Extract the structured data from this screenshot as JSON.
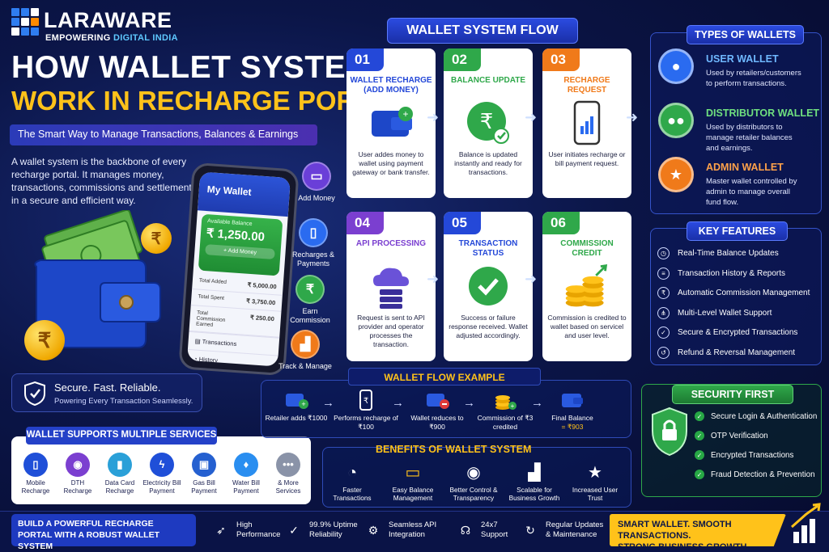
{
  "brand": {
    "name": "LARAWARE",
    "tagline_prefix": "EMPOWERING",
    "tagline_highlight": "DIGITAL INDIA",
    "colors": [
      "#2f7df0",
      "#2f7df0",
      "#ffffff",
      "#2f7df0",
      "#ffffff",
      "#ff8a00",
      "#ffffff",
      "#2f7df0",
      "#2f7df0"
    ]
  },
  "hero": {
    "title_line1": "HOW WALLET SYSTEMS",
    "title_line2": "WORK IN RECHARGE PORTALS",
    "subtitle": "The Smart Way to Manage Transactions, Balances & Earnings",
    "intro": "A wallet system is the backbone of every recharge portal. It manages money, transactions, commissions and settlements in a secure and efficient way."
  },
  "phone": {
    "title": "My Wallet",
    "balance_label": "Available Balance",
    "balance_value": "₹ 1,250.00",
    "add_button": "+ Add Money",
    "rows": [
      {
        "label": "Total Added",
        "value": "₹ 5,000.00"
      },
      {
        "label": "Total Spent",
        "value": "₹ 3,750.00"
      },
      {
        "label": "Total Commission Earned",
        "value": "₹ 250.00"
      }
    ],
    "links": [
      "Transactions",
      "History"
    ]
  },
  "side_actions": [
    {
      "icon": "card-icon",
      "label": "Add Money",
      "color": "#6a3fd8"
    },
    {
      "icon": "phone-icon",
      "label": "Recharges & Payments",
      "color": "#2a6bf0"
    },
    {
      "icon": "rupee-icon",
      "label": "Earn Commission",
      "color": "#2fa84a"
    },
    {
      "icon": "chart-icon",
      "label": "Track & Manage",
      "color": "#f07a1a"
    }
  ],
  "secure": {
    "title": "Secure. Fast. Reliable.",
    "subtitle": "Powering Every Transaction Seamlessly."
  },
  "services": {
    "title": "WALLET SUPPORTS MULTIPLE SERVICES",
    "items": [
      {
        "icon": "mobile-icon",
        "label": "Mobile Recharge",
        "color": "#1f4fd8"
      },
      {
        "icon": "dth-icon",
        "label": "DTH Recharge",
        "color": "#7b3fd0"
      },
      {
        "icon": "data-card-icon",
        "label": "Data Card Recharge",
        "color": "#2aa0d8"
      },
      {
        "icon": "electricity-icon",
        "label": "Electricity Bill Payment",
        "color": "#1f4fd8"
      },
      {
        "icon": "gas-icon",
        "label": "Gas Bill Payment",
        "color": "#2560d0"
      },
      {
        "icon": "water-icon",
        "label": "Water Bill Payment",
        "color": "#2a8ef0"
      },
      {
        "icon": "more-icon",
        "label": "& More Services",
        "color": "#8a93a8"
      }
    ]
  },
  "flow": {
    "title": "WALLET SYSTEM FLOW",
    "steps": [
      {
        "num": "01",
        "heading": "WALLET RECHARGE (ADD MONEY)",
        "desc": "User addes money to wallet using payment gateway or bank transfer.",
        "color": "#2448d8",
        "icon": "wallet-icon"
      },
      {
        "num": "02",
        "heading": "BALANCE UPDATE",
        "desc": "Balance is updated instantly and ready for transactions.",
        "color": "#2fa84a",
        "icon": "rupee-check-icon"
      },
      {
        "num": "03",
        "heading": "RECHARGE REQUEST",
        "desc": "User initiates recharge or bill payment request.",
        "color": "#f07a1a",
        "icon": "phone-chart-icon"
      },
      {
        "num": "04",
        "heading": "API PROCESSING",
        "desc": "Request is sent to API provider and operator processes the transaction.",
        "color": "#7b3fd0",
        "icon": "cloud-server-icon"
      },
      {
        "num": "05",
        "heading": "TRANSACTION STATUS",
        "desc": "Success or failure response received. Wallet adjusted accordingly.",
        "color": "#2448d8",
        "icon": "check-circle-icon"
      },
      {
        "num": "06",
        "heading": "COMMISSION CREDIT",
        "desc": "Commission is credited to wallet based on servicel and user level.",
        "color": "#2fa84a",
        "icon": "coins-icon"
      }
    ]
  },
  "example": {
    "title": "WALLET FLOW EXAMPLE",
    "steps": [
      {
        "icon": "wallet-plus-icon",
        "label": "Retailer adds ₹1000"
      },
      {
        "icon": "phone-rupee-icon",
        "label": "Performs recharge of ₹100"
      },
      {
        "icon": "wallet-minus-icon",
        "label": "Wallet reduces to ₹900"
      },
      {
        "icon": "coins-plus-icon",
        "label": "Commission of ₹3 credited"
      },
      {
        "icon": "wallet-icon",
        "label_line1": "Final Balance",
        "label_line2": "= ₹903"
      }
    ]
  },
  "benefits": {
    "title": "BENEFITS OF WALLET SYSTEM",
    "items": [
      {
        "icon": "speedometer-icon",
        "label": "Faster Transactions"
      },
      {
        "icon": "wallet-icon",
        "label": "Easy Balance Management"
      },
      {
        "icon": "eye-icon",
        "label": "Better Control & Transparency"
      },
      {
        "icon": "growth-chart-icon",
        "label": "Scalable for Business Growth"
      },
      {
        "icon": "shield-star-icon",
        "label": "Increased User Trust"
      }
    ]
  },
  "types": {
    "title": "TYPES OF WALLETS",
    "items": [
      {
        "name": "USER WALLET",
        "desc": "Used by retailers/customers to perform transactions.",
        "color": "#2a6bf0",
        "name_color": "#6fb8ff",
        "icon": "user-icon"
      },
      {
        "name": "DISTRIBUTOR WALLET",
        "desc": "Used by distributors to manage retailer balances and earnings.",
        "color": "#2fa84a",
        "name_color": "#6fe07f",
        "icon": "group-icon"
      },
      {
        "name": "ADMIN WALLET",
        "desc": "Master wallet controlled by admin to manage overall fund flow.",
        "color": "#f07a1a",
        "name_color": "#ffa24a",
        "icon": "admin-shield-icon"
      }
    ]
  },
  "features": {
    "title": "KEY FEATURES",
    "items": [
      {
        "icon": "clock-icon",
        "label": "Real-Time Balance Updates"
      },
      {
        "icon": "document-icon",
        "label": "Transaction History & Reports"
      },
      {
        "icon": "rupee-icon",
        "label": "Automatic Commission Management"
      },
      {
        "icon": "hierarchy-icon",
        "label": "Multi-Level Wallet Support"
      },
      {
        "icon": "shield-check-icon",
        "label": "Secure & Encrypted Transactions"
      },
      {
        "icon": "refund-icon",
        "label": "Refund & Reversal Management"
      }
    ]
  },
  "security": {
    "title": "SECURITY FIRST",
    "items": [
      "Secure Login & Authentication",
      "OTP Verification",
      "Encrypted Transactions",
      "Fraud Detection & Prevention"
    ]
  },
  "bottom": {
    "cta": "BUILD A POWERFUL RECHARGE PORTAL WITH A ROBUST WALLET SYSTEM",
    "items": [
      {
        "icon": "rocket-icon",
        "line1": "High",
        "line2": "Performance"
      },
      {
        "icon": "shield-check-icon",
        "line1": "99.9% Uptime",
        "line2": "Reliability"
      },
      {
        "icon": "api-icon",
        "line1": "Seamless API",
        "line2": "Integration"
      },
      {
        "icon": "headset-icon",
        "line1": "24x7",
        "line2": "Support"
      },
      {
        "icon": "refresh-icon",
        "line1": "Regular Updates",
        "line2": "& Maintenance"
      }
    ],
    "slogan_line1": "SMART WALLET. SMOOTH TRANSACTIONS.",
    "slogan_line2": "STRONG BUSINESS GROWTH."
  }
}
